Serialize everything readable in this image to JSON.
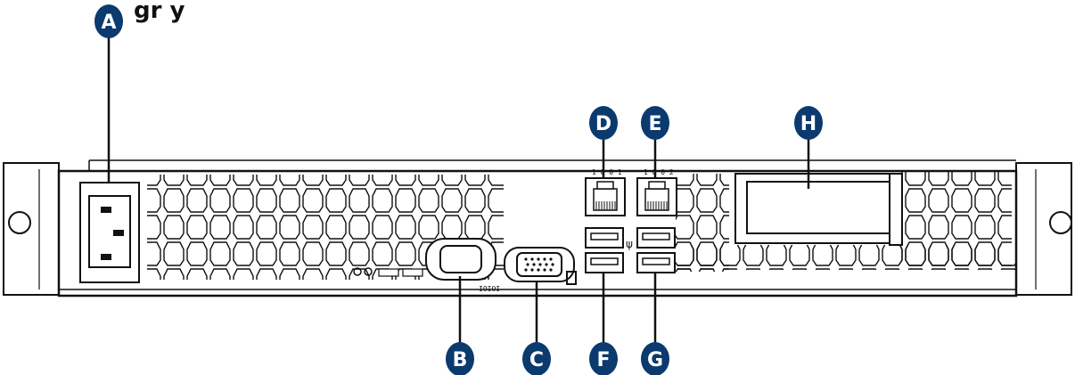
{
  "title_partial": "gr          y",
  "callouts": {
    "A": "A",
    "B": "B",
    "C": "C",
    "D": "D",
    "E": "E",
    "F": "F",
    "G": "G",
    "H": "H"
  },
  "port_labels": {
    "serial_symbol": "IOIOI",
    "nic1": "1 0 0 1",
    "nic2": "1 0 0 2"
  },
  "colors": {
    "callout_fill": "#0b3a6e",
    "line": "#111111"
  },
  "icons": {
    "power": "power-inlet-icon",
    "serial": "serial-port-icon",
    "vga": "vga-port-icon",
    "ethernet": "rj45-port-icon",
    "usb": "usb-port-icon",
    "pcie": "pcie-slot-icon"
  }
}
